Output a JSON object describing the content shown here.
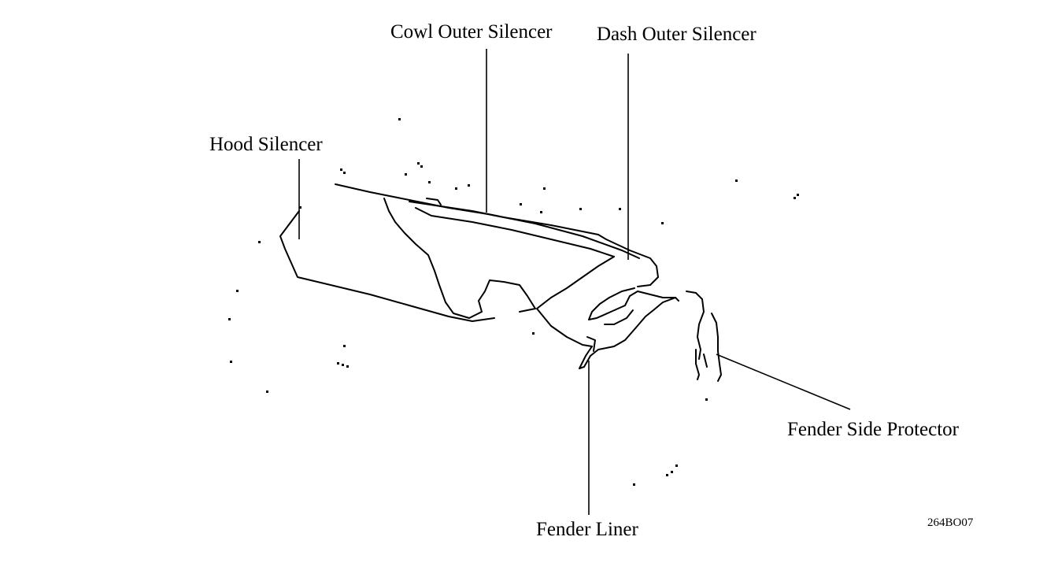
{
  "diagram": {
    "labels": {
      "cowl_outer_silencer": "Cowl Outer Silencer",
      "dash_outer_silencer": "Dash Outer Silencer",
      "hood_silencer": "Hood Silencer",
      "fender_side_protector": "Fender Side Protector",
      "fender_liner": "Fender Liner"
    },
    "figure_code": "264BO07",
    "colors": {
      "line": "#000000",
      "background": "#ffffff"
    }
  }
}
